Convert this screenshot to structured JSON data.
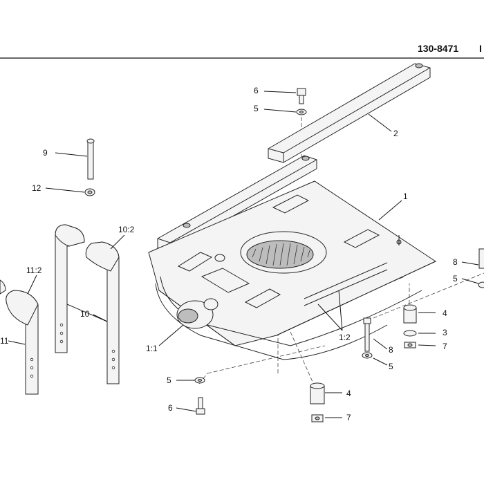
{
  "header": {
    "part_number": "130-8471",
    "edge_mark": "I"
  },
  "callouts": {
    "c1": "1",
    "c1_1": "1:1",
    "c1_2": "1:2",
    "c2": "2",
    "c3": "3",
    "c4a": "4",
    "c4b": "4",
    "c5a": "5",
    "c5b": "5",
    "c5c": "5",
    "c5d": "5",
    "c6a": "6",
    "c6b": "6",
    "c7a": "7",
    "c7b": "7",
    "c8a": "8",
    "c8b": "8",
    "c9": "9",
    "c10": "10",
    "c10_2": "10:2",
    "c11": "11",
    "c11_2": "11:2",
    "c12": "12"
  }
}
